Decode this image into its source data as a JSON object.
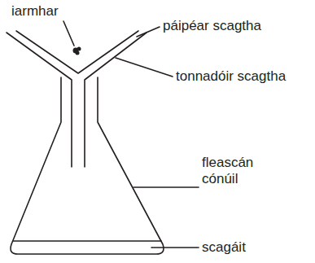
{
  "diagram": {
    "labels": [
      "iarmhar",
      "páipéar scagtha",
      "tonnadóir scagtha",
      "fleascán cónúil",
      "scagáit"
    ]
  }
}
